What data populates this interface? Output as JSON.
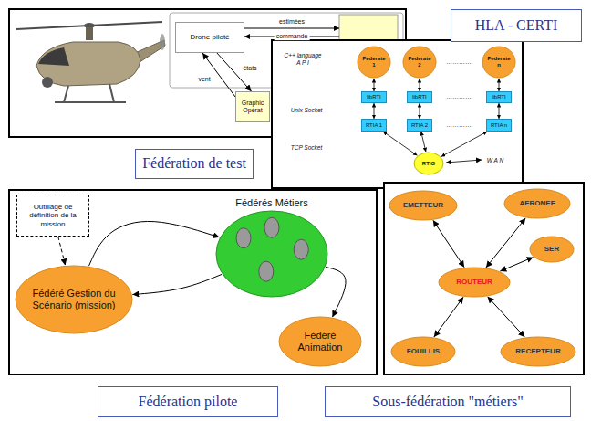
{
  "diagram": {
    "nodes": [
      {
        "text": [
          "HLA - CERTI"
        ]
      },
      {
        "text": [
          "Drone piloté"
        ]
      },
      {
        "text": [
          "Graphic Opérat"
        ]
      },
      {
        "text": [
          "Federate 1"
        ]
      },
      {
        "text": [
          "Federate 2"
        ]
      },
      {
        "text": [
          "Federate n"
        ]
      },
      {
        "text": [
          "libRTI"
        ]
      },
      {
        "text": [
          "libRTI"
        ]
      },
      {
        "text": [
          "libRTI"
        ]
      },
      {
        "text": [
          "RTIA 1"
        ]
      },
      {
        "text": [
          "RTIA 2"
        ]
      },
      {
        "text": [
          "RTIA n"
        ]
      },
      {
        "text": [
          "RTIG"
        ]
      },
      {
        "text": [
          "Fédération de test"
        ]
      },
      {
        "text": [
          "Outillage de définition de la mission"
        ]
      },
      {
        "text": [
          "Fédérés Métiers"
        ]
      },
      {
        "text": [
          "EMETTEUR"
        ]
      },
      {
        "text": [
          "AERONEF"
        ]
      },
      {
        "text": [
          "SER"
        ]
      },
      {
        "text": [
          "ROUTEUR"
        ]
      },
      {
        "text": [
          "Fédéré Gestion du Scénario (mission)"
        ]
      },
      {
        "text": [
          "FOUILLIS"
        ]
      },
      {
        "text": [
          "RECEPTEUR"
        ]
      },
      {
        "text": [
          "Fédéré Animation"
        ]
      },
      {
        "text": [
          "Fédération pilote"
        ]
      },
      {
        "text": [
          "Sous-fédération \"métiers\""
        ]
      }
    ],
    "edges": [
      {
        "from": 2,
        "to": 1,
        "label": "vent",
        "arrow": "to"
      },
      {
        "from": 1,
        "to": 2,
        "label": "états",
        "arrow": "to"
      },
      {
        "from": 3,
        "to": 6,
        "arrow": "both"
      },
      {
        "from": 4,
        "to": 7,
        "arrow": "both"
      },
      {
        "from": 5,
        "to": 8,
        "arrow": "both"
      },
      {
        "from": 6,
        "to": 9,
        "arrow": "both"
      },
      {
        "from": 7,
        "to": 10,
        "arrow": "both"
      },
      {
        "from": 8,
        "to": 11,
        "arrow": "both"
      },
      {
        "from": 9,
        "to": 12,
        "arrow": "both"
      },
      {
        "from": 10,
        "to": 12,
        "arrow": "both"
      },
      {
        "from": 11,
        "to": 12,
        "arrow": "both"
      },
      {
        "from": 14,
        "to": 20,
        "arrow": "to"
      },
      {
        "from": 20,
        "to": 15,
        "arrow": "to"
      },
      {
        "from": 15,
        "to": 20,
        "arrow": "to"
      },
      {
        "from": 15,
        "to": 23,
        "arrow": "to"
      },
      {
        "from": 19,
        "to": 16,
        "arrow": "both"
      },
      {
        "from": 19,
        "to": 17,
        "arrow": "both"
      },
      {
        "from": 19,
        "to": 18,
        "arrow": "both"
      },
      {
        "from": 19,
        "to": 21,
        "arrow": "both"
      },
      {
        "from": 19,
        "to": 22,
        "arrow": "both"
      }
    ],
    "labels": [
      "estimées",
      "commande",
      "C++ language",
      "A P I",
      "…………",
      "…………",
      "Unix Socket",
      "…………",
      "TCP Socket",
      "W A N"
    ]
  }
}
